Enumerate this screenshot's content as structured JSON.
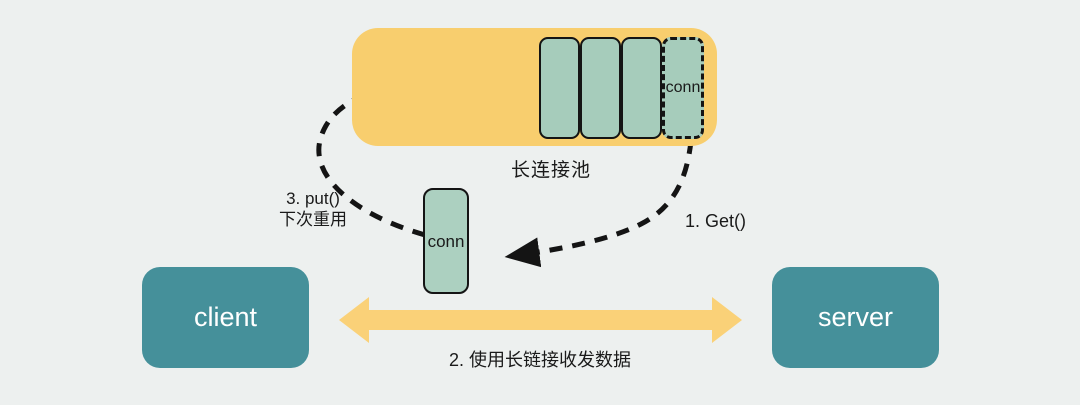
{
  "pool": {
    "label": "长连接池",
    "dashed_slot_label": "conn",
    "solid_slot_count": 3
  },
  "conn_box": {
    "label": "conn"
  },
  "nodes": {
    "client": "client",
    "server": "server"
  },
  "annotations": {
    "step1_get": "1. Get()",
    "step2_use": "2. 使用长链接收发数据",
    "step3_put_line1": "3. put()",
    "step3_put_line2": "下次重用"
  },
  "colors": {
    "background": "#EDF0EF",
    "pool_fill": "#F8CE6E",
    "slot_fill": "#A6CCBB",
    "conn_fill": "#ACD0C0",
    "node_fill": "#45909A",
    "node_text": "#FFFFFF",
    "arrow_fill": "#FAD178",
    "line_color": "#141414",
    "text_color": "#1A1A1A"
  }
}
